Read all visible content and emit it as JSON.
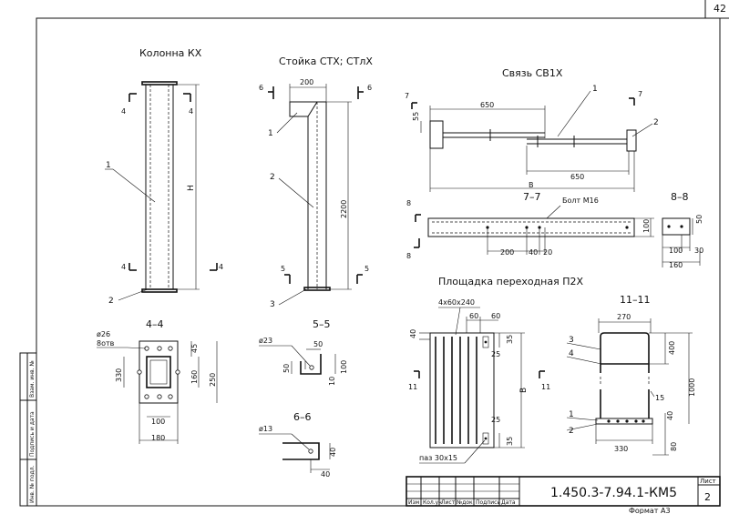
{
  "sheet": {
    "corner_number": "42",
    "format": "Формат А3"
  },
  "title_block": {
    "code": "1.450.3-7.94.1-КМ5",
    "sheet_label": "Лист",
    "sheet_number": "2",
    "headers": [
      "Изм",
      "Кол.уч",
      "Лист",
      "№док",
      "Подпись",
      "Дата"
    ]
  },
  "side_stamp": {
    "labels": [
      "Инв. № подл.",
      "Подпись и дата",
      "Взам. инв. №"
    ]
  },
  "views": {
    "kolonna": {
      "title": "Колонна КХ",
      "dim_h": "H",
      "callouts": [
        "1",
        "2"
      ],
      "section_marks": [
        "4",
        "4",
        "4",
        "4"
      ]
    },
    "stoyka": {
      "title": "Стойка СТХ; СТлХ",
      "dim_top": "200",
      "dim_height": "2200",
      "callouts": [
        "1",
        "2",
        "3"
      ],
      "section_marks": [
        "6",
        "6",
        "5",
        "5"
      ]
    },
    "svyaz": {
      "title": "Связь СВ1Х",
      "dim_top": "650",
      "dim_bottom": "650",
      "dim_b": "B",
      "dim_left": "55",
      "callouts": [
        "1",
        "2"
      ],
      "section_marks": [
        "7",
        "7"
      ]
    },
    "sec77": {
      "title": "7–7",
      "bolt": "Болт М16",
      "dims": [
        "200",
        "40",
        "20"
      ],
      "dim_right": "100",
      "section_marks": [
        "8",
        "8"
      ]
    },
    "sec88": {
      "title": "8–8",
      "dims": [
        "100",
        "30",
        "160"
      ],
      "dim_right": "50"
    },
    "sec44": {
      "title": "4–4",
      "hole": "ø26",
      "holes_count": "8отв",
      "dims": [
        "45",
        "330",
        "160",
        "250",
        "100",
        "180"
      ]
    },
    "sec55": {
      "title": "5–5",
      "hole": "ø23",
      "dims": [
        "50",
        "50",
        "100",
        "10"
      ]
    },
    "sec66": {
      "title": "6–6",
      "hole": "ø13",
      "dims": [
        "40",
        "40"
      ]
    },
    "ploshchadka": {
      "title": "Площадка переходная П2Х",
      "top_note": "4х60х240",
      "slot_note": "паз 30х15",
      "dims": [
        "60",
        "60",
        "40",
        "35",
        "25",
        "25",
        "35"
      ],
      "dim_b": "B",
      "section_marks": [
        "11",
        "11"
      ]
    },
    "sec1111": {
      "title": "11–11",
      "dims": [
        "270",
        "400",
        "1000",
        "15",
        "40",
        "80",
        "330"
      ],
      "callouts": [
        "3",
        "4",
        "1",
        "2"
      ]
    }
  }
}
